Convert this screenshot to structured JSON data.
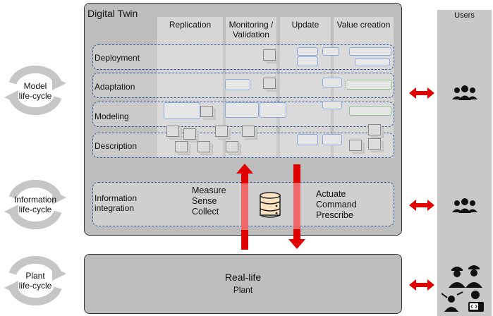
{
  "digital_twin": {
    "title": "Digital Twin",
    "columns": [
      "Replication",
      "Monitoring /",
      "Validation",
      "Update",
      "Value creation"
    ],
    "rows": [
      "Deployment",
      "Adaptation",
      "Modeling",
      "Description"
    ],
    "info_label_line1": "Information",
    "info_label_line2": "integration",
    "sense_items": [
      "Measure",
      "Sense",
      "Collect"
    ],
    "actuate_items": [
      "Actuate",
      "Command",
      "Prescribe"
    ]
  },
  "lifecycles": {
    "model": [
      "Model",
      "life-cycle"
    ],
    "information": [
      "Information",
      "life-cycle"
    ],
    "plant": [
      "Plant",
      "life-cycle"
    ]
  },
  "plant": {
    "title": "Real-life",
    "subtitle": "Plant"
  },
  "users": {
    "label": "Users"
  },
  "colors": {
    "arrow_red": "#e00000",
    "dashed_border": "#2f5597",
    "box_gray": "#bdbdbd"
  },
  "icons": [
    "cycle-arrows-icon",
    "database-icon",
    "users-group-icon",
    "workers-icon",
    "double-arrow-icon"
  ]
}
